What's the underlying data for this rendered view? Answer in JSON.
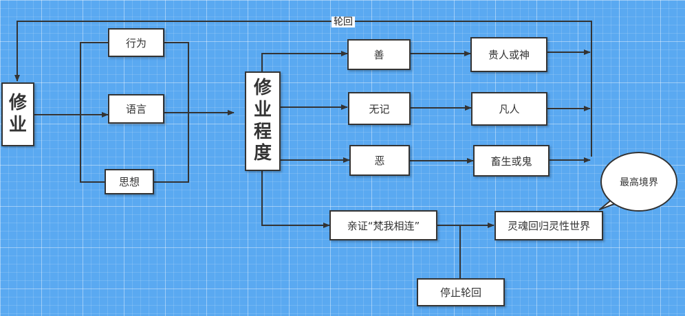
{
  "nodes": {
    "xiuye": "修业",
    "xingwei": "行为",
    "yuyan": "语言",
    "sixiang": "思想",
    "xiuye_chengdu": "修业程度",
    "shan": "善",
    "wuji": "无记",
    "e": "恶",
    "guiren": "贵人或神",
    "fanren": "凡人",
    "chusheng": "畜生或鬼",
    "qinzheng": "亲证“梵我相连”",
    "linghun": "灵魂回归灵性世界",
    "tingzhi": "停止轮回"
  },
  "labels": {
    "lunhui": "轮回"
  },
  "bubble": {
    "text": "最高境界"
  },
  "colors": {
    "background": "#5aa9f1",
    "line": "#333333",
    "node_fill": "#ffffff"
  }
}
